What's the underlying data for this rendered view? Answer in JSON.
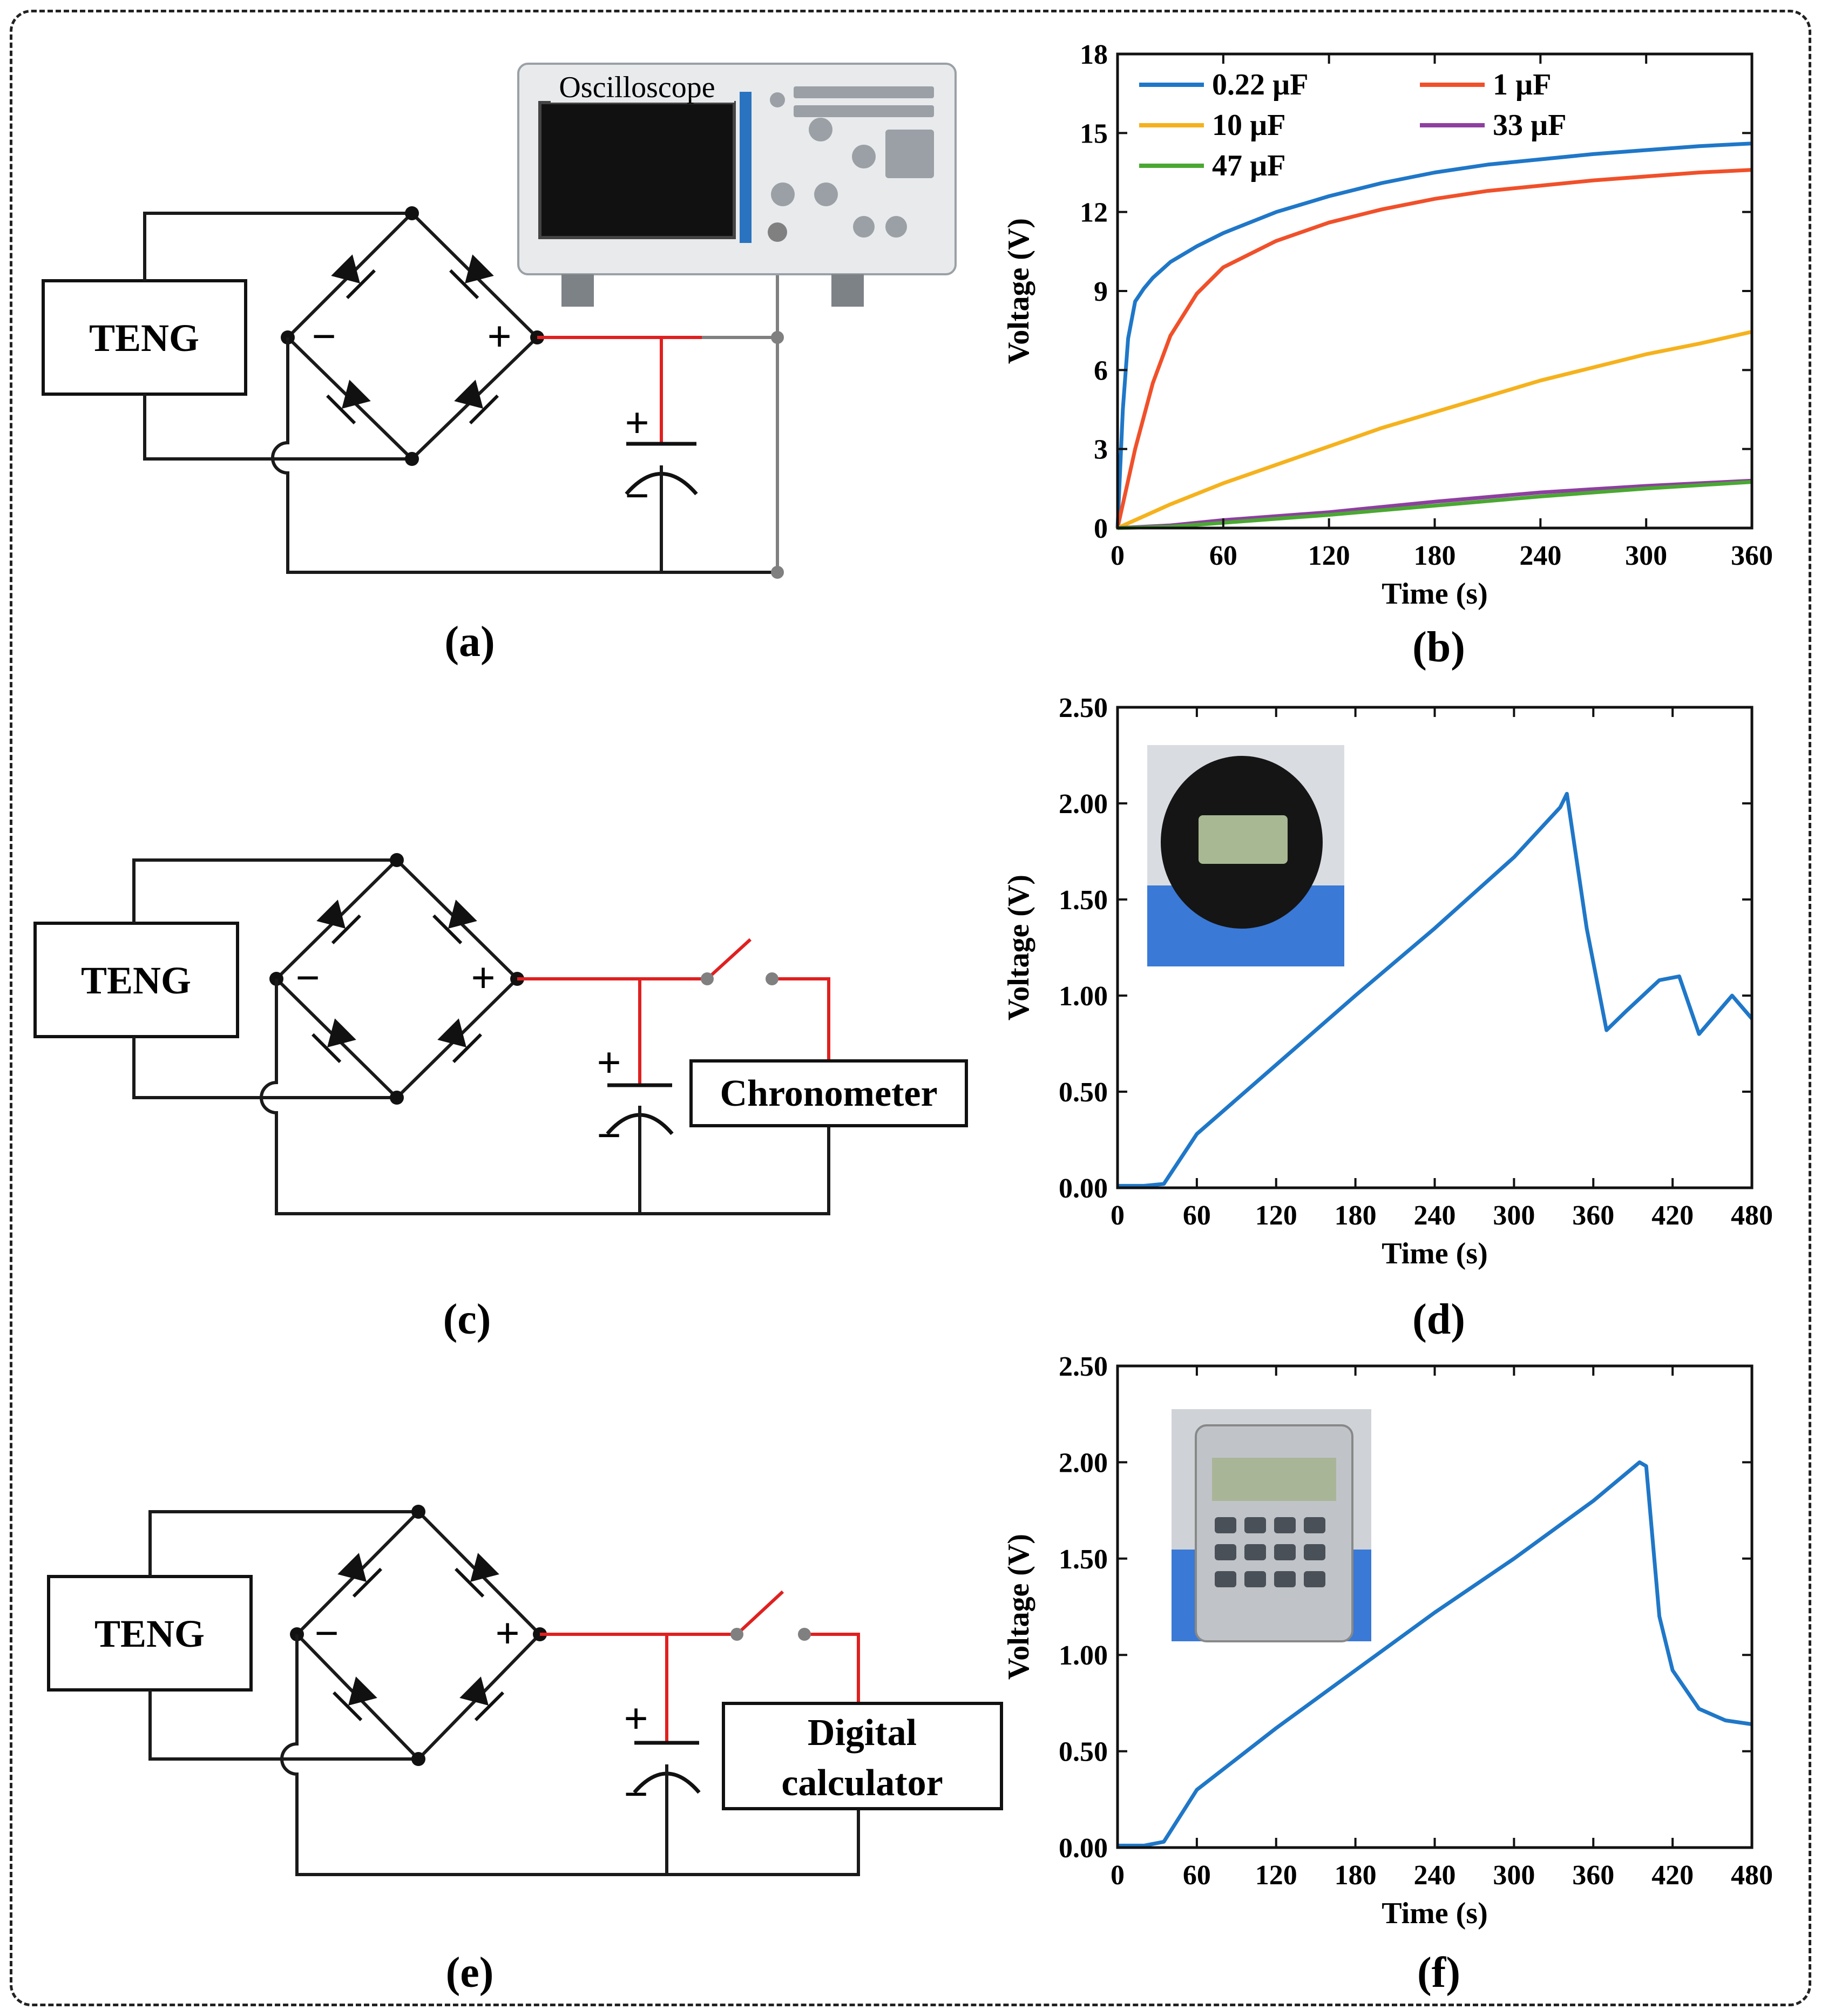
{
  "panels": {
    "a": {
      "label": "(a)",
      "source": "TENG",
      "plus": "+",
      "minus": "−",
      "instrument": "Oscilloscope"
    },
    "b": {
      "label": "(b)"
    },
    "c": {
      "label": "(c)",
      "source": "TENG",
      "plus": "+",
      "minus": "−",
      "load": "Chronometer"
    },
    "d": {
      "label": "(d)"
    },
    "e": {
      "label": "(e)",
      "source": "TENG",
      "plus": "+",
      "minus": "−",
      "load_line1": "Digital",
      "load_line2": "calculator"
    },
    "f": {
      "label": "(f)"
    }
  },
  "chart_data": [
    {
      "panel": "b",
      "type": "line",
      "xlabel": "Time (s)",
      "ylabel": "Voltage (V)",
      "xlim": [
        0,
        360
      ],
      "ylim": [
        0,
        18
      ],
      "xticks": [
        "0",
        "60",
        "120",
        "180",
        "240",
        "300",
        "360"
      ],
      "yticks": [
        "0",
        "3",
        "6",
        "9",
        "12",
        "15",
        "18"
      ],
      "legend_position": "top-left",
      "series": [
        {
          "name": "0.22 µF",
          "color": "#1f77c8",
          "x": [
            0,
            3,
            6,
            10,
            15,
            20,
            30,
            45,
            60,
            90,
            120,
            150,
            180,
            210,
            240,
            270,
            300,
            330,
            360
          ],
          "y": [
            0,
            4.5,
            7.2,
            8.6,
            9.1,
            9.5,
            10.1,
            10.7,
            11.2,
            12.0,
            12.6,
            13.1,
            13.5,
            13.8,
            14.0,
            14.2,
            14.35,
            14.5,
            14.6
          ]
        },
        {
          "name": "1 µF",
          "color": "#f0502a",
          "x": [
            0,
            10,
            20,
            30,
            45,
            60,
            90,
            120,
            150,
            180,
            210,
            240,
            270,
            300,
            330,
            360
          ],
          "y": [
            0,
            3.0,
            5.5,
            7.3,
            8.9,
            9.9,
            10.9,
            11.6,
            12.1,
            12.5,
            12.8,
            13.0,
            13.2,
            13.35,
            13.5,
            13.6
          ]
        },
        {
          "name": "10 µF",
          "color": "#f5b21d",
          "x": [
            0,
            30,
            60,
            90,
            120,
            150,
            180,
            210,
            240,
            270,
            300,
            330,
            360
          ],
          "y": [
            0,
            0.9,
            1.7,
            2.4,
            3.1,
            3.8,
            4.4,
            5.0,
            5.6,
            6.1,
            6.6,
            7.0,
            7.45
          ]
        },
        {
          "name": "33 µF",
          "color": "#8e3fa0",
          "x": [
            0,
            30,
            60,
            120,
            180,
            240,
            300,
            360
          ],
          "y": [
            0,
            0.1,
            0.3,
            0.6,
            1.0,
            1.35,
            1.6,
            1.8
          ]
        },
        {
          "name": "47 µF",
          "color": "#4aa832",
          "x": [
            0,
            30,
            60,
            120,
            180,
            240,
            300,
            360
          ],
          "y": [
            0,
            0.05,
            0.2,
            0.5,
            0.85,
            1.2,
            1.5,
            1.75
          ]
        }
      ]
    },
    {
      "panel": "d",
      "type": "line",
      "xlabel": "Time (s)",
      "ylabel": "Voltage (V)",
      "xlim": [
        0,
        480
      ],
      "ylim": [
        0,
        2.5
      ],
      "xticks": [
        "0",
        "60",
        "120",
        "180",
        "240",
        "300",
        "360",
        "420",
        "480"
      ],
      "yticks": [
        "0.00",
        "0.50",
        "1.00",
        "1.50",
        "2.00",
        "2.50"
      ],
      "inset": "stopwatch photo",
      "series": [
        {
          "name": "",
          "color": "#1f77c8",
          "x": [
            0,
            20,
            35,
            60,
            120,
            180,
            240,
            300,
            335,
            340,
            355,
            370,
            385,
            410,
            425,
            440,
            465,
            480
          ],
          "y": [
            0.01,
            0.01,
            0.02,
            0.28,
            0.64,
            1.0,
            1.35,
            1.72,
            1.98,
            2.05,
            1.35,
            0.82,
            0.92,
            1.08,
            1.1,
            0.8,
            1.0,
            0.88
          ]
        }
      ]
    },
    {
      "panel": "f",
      "type": "line",
      "xlabel": "Time (s)",
      "ylabel": "Voltage (V)",
      "xlim": [
        0,
        480
      ],
      "ylim": [
        0,
        2.5
      ],
      "xticks": [
        "0",
        "60",
        "120",
        "180",
        "240",
        "300",
        "360",
        "420",
        "480"
      ],
      "yticks": [
        "0.00",
        "0.50",
        "1.00",
        "1.50",
        "2.00",
        "2.50"
      ],
      "inset": "calculator photo",
      "series": [
        {
          "name": "",
          "color": "#1f77c8",
          "x": [
            0,
            20,
            35,
            60,
            120,
            180,
            240,
            300,
            360,
            395,
            400,
            410,
            420,
            440,
            460,
            480
          ],
          "y": [
            0.01,
            0.01,
            0.03,
            0.3,
            0.62,
            0.92,
            1.22,
            1.5,
            1.8,
            2.0,
            1.98,
            1.2,
            0.92,
            0.72,
            0.66,
            0.64
          ]
        }
      ]
    }
  ]
}
